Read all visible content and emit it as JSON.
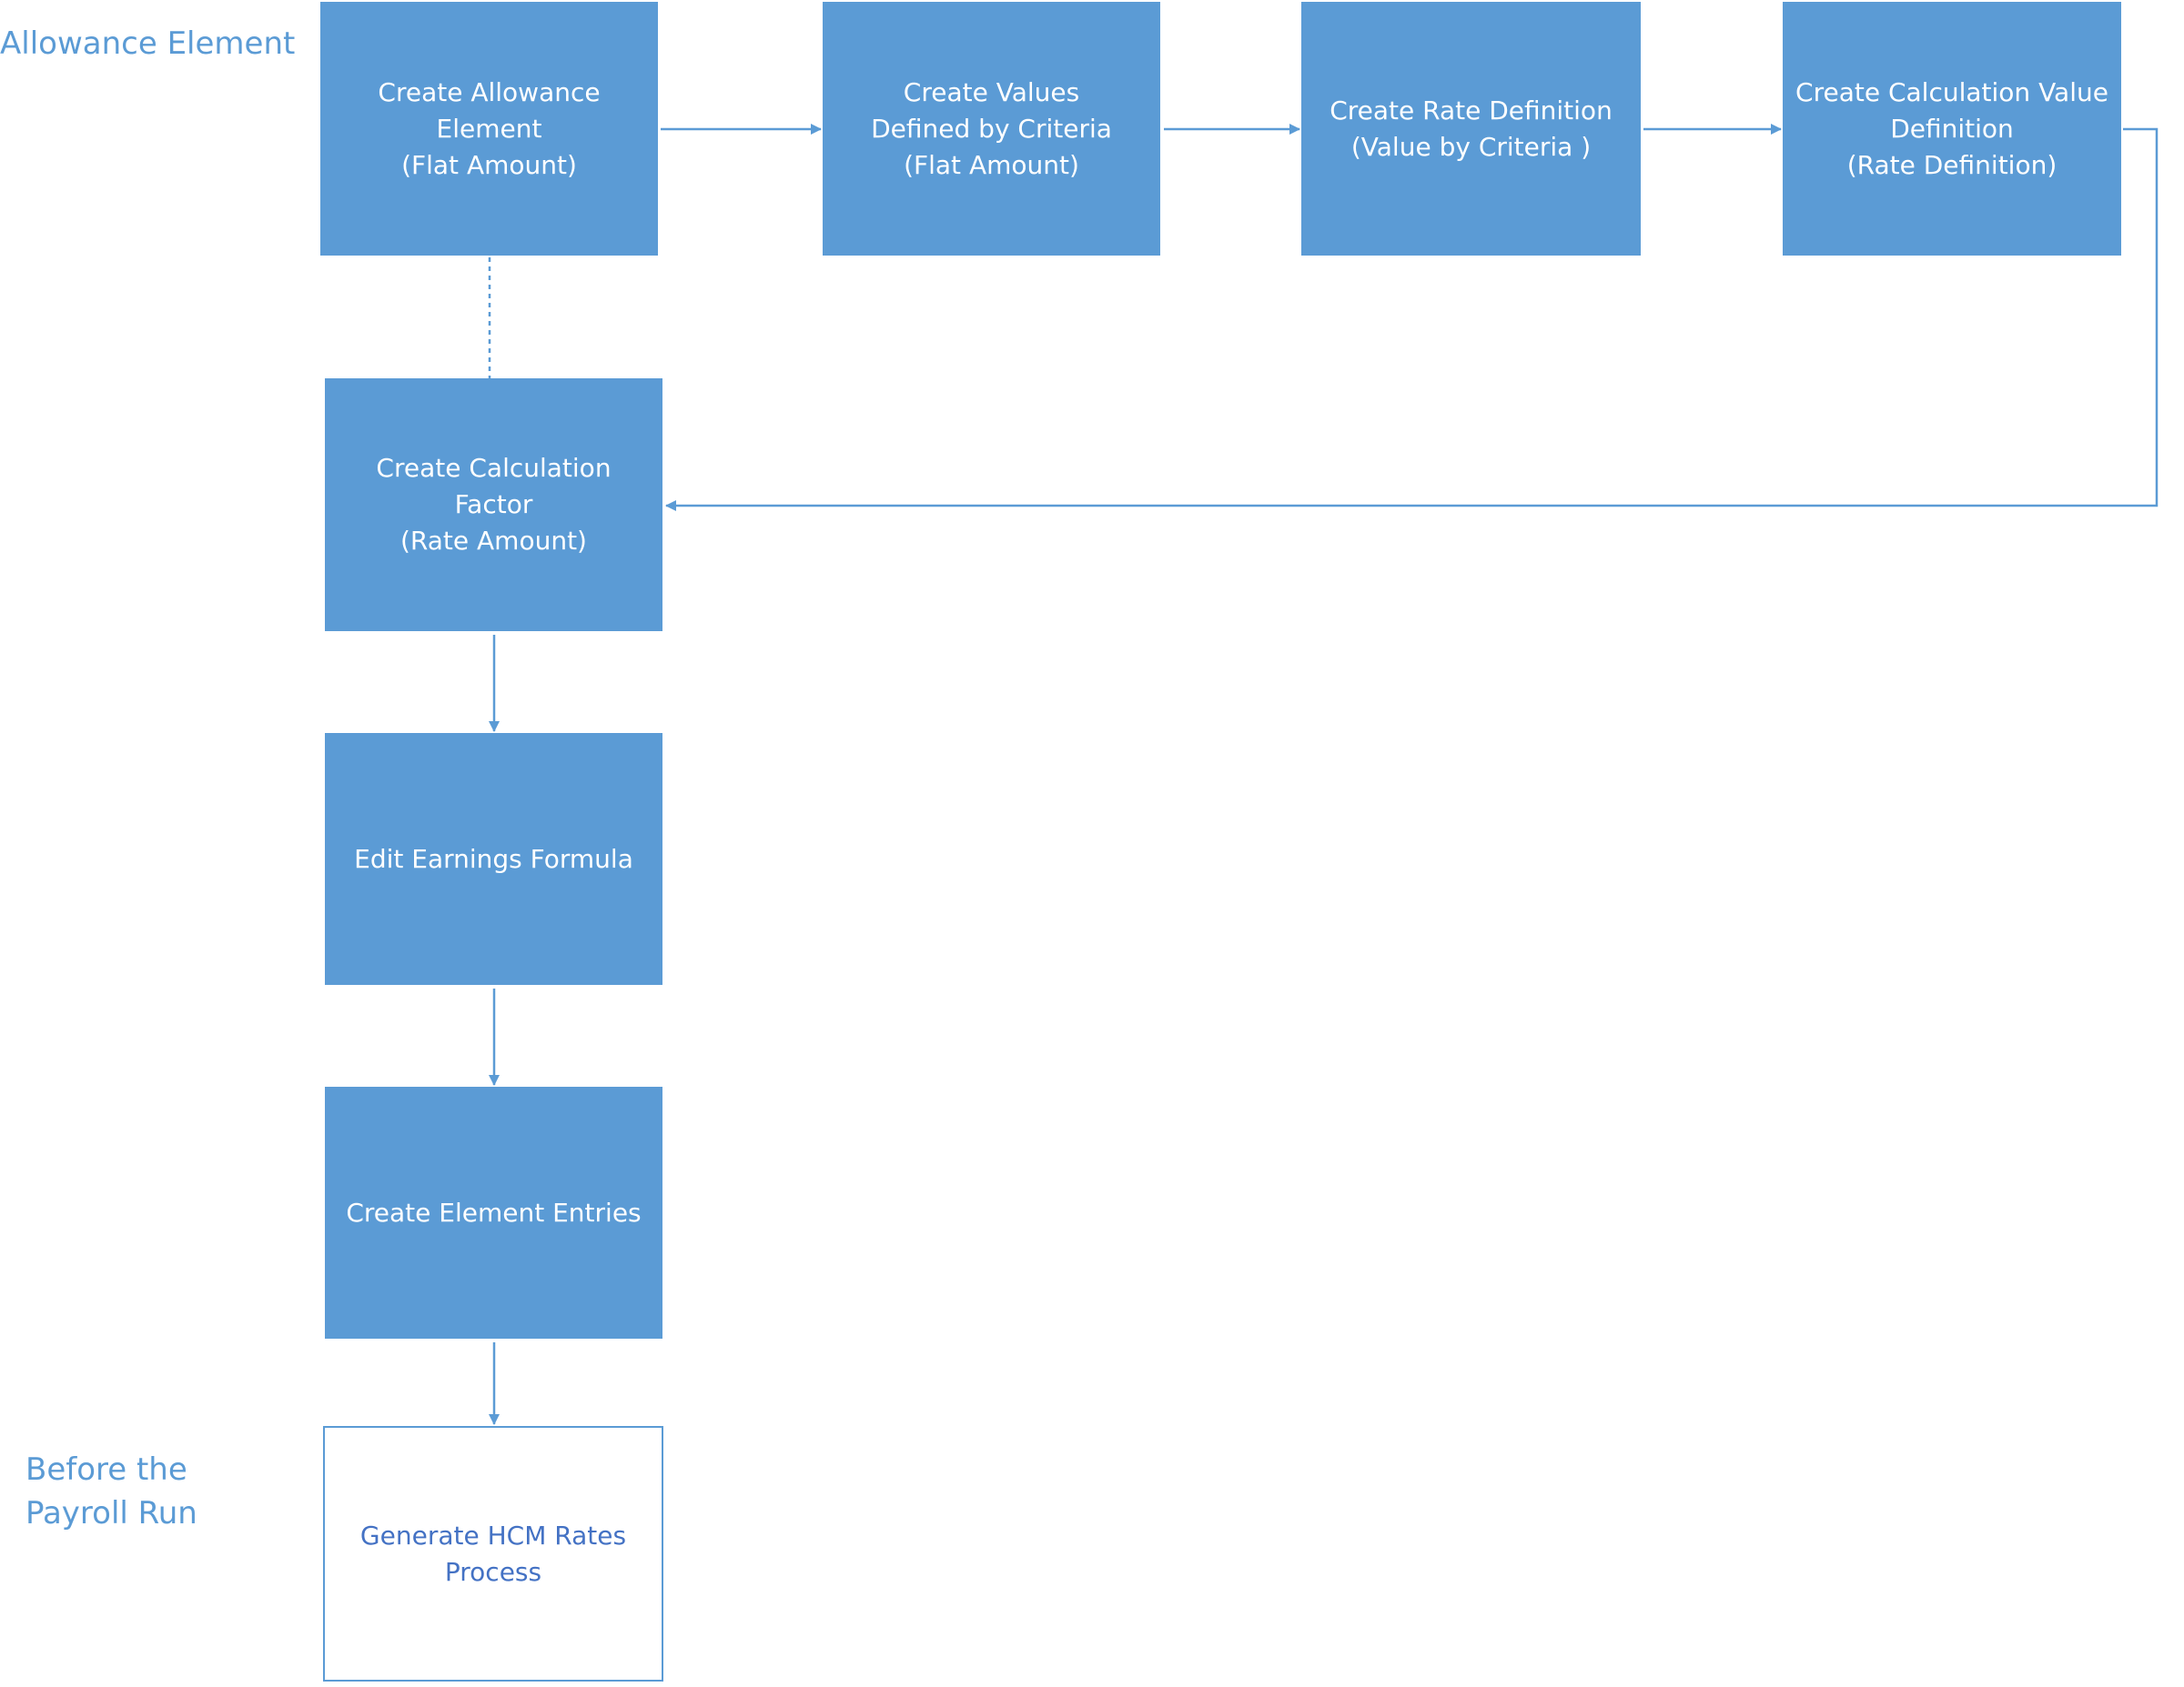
{
  "labels": {
    "allowance_element": "Allowance Element",
    "before_payroll": "Before the\nPayroll Run"
  },
  "steps": {
    "create_allowance": "Create Allowance\nElement\n(Flat Amount)",
    "create_values": "Create Values\nDefined by Criteria\n(Flat Amount)",
    "create_rate_definition": "Create Rate Definition\n(Value by Criteria )",
    "create_calc_value": "Create Calculation Value\nDefinition\n(Rate Definition)",
    "create_calc_factor": "Create Calculation Factor\n(Rate Amount)",
    "edit_formula": "Edit Earnings Formula",
    "create_entries": "Create Element Entries",
    "generate_hcm": "Generate HCM Rates\nProcess"
  },
  "colors": {
    "box_fill": "#5b9bd5",
    "box_text": "#ffffff",
    "label_text": "#5b9bd5",
    "outline_text": "#4472c4",
    "connector": "#5b9bd5"
  }
}
